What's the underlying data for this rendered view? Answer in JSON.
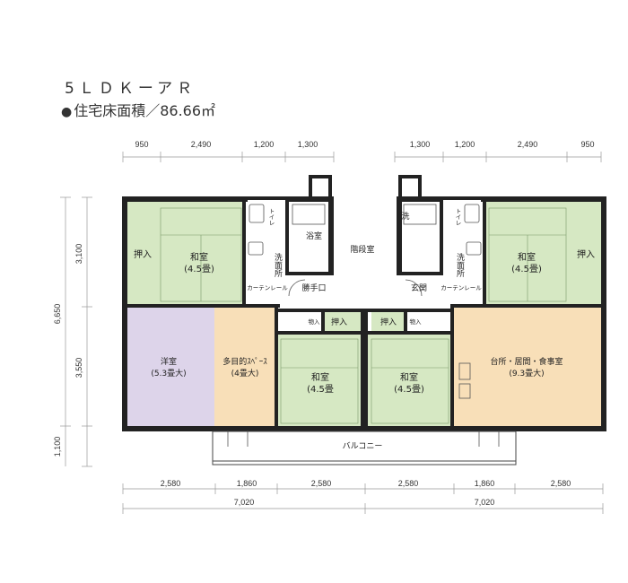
{
  "plan": {
    "type": "5ＬＤＫーアＲ",
    "area_label": "住宅床面積／86.66㎡",
    "bullet": "●"
  },
  "dims": {
    "top_left": [
      "950",
      "2,490",
      "1,200",
      "1,300"
    ],
    "top_right": [
      "1,300",
      "1,200",
      "2,490",
      "950"
    ],
    "left_total": "6,650",
    "left_parts": [
      "3,100",
      "3,550",
      "1,100"
    ],
    "bottom_left": [
      "2,580",
      "1,860",
      "2,580"
    ],
    "bottom_right": [
      "2,580",
      "1,860",
      "2,580"
    ],
    "bottom_totals": [
      "7,020",
      "7,020"
    ]
  },
  "rooms": {
    "oshiire": "押入",
    "washitsu": "和室",
    "size_45_paren": "(4.5畳)",
    "size_45": "4.5畳",
    "size_45_left": "(4.5畳",
    "yoshitsu": "洋室",
    "yoshitsu_size": "(5.3畳大)",
    "tamokuteki": "多目的ｽﾍﾟｰｽ",
    "tamokuteki_size": "(4畳大)",
    "daidokoro": "台所・居間・食事室",
    "daidokoro_size": "(9.3畳大)",
    "toilet": "トイレ",
    "bath": "浴室",
    "senmen": "洗面所",
    "curtain": "カーテンレール",
    "stairs": "階段室",
    "katteguchi": "勝手口",
    "genkan": "玄関",
    "monoire": "物入",
    "balcony": "バルコニー",
    "sen": "洗"
  },
  "colors": {
    "washitsu": "#d6e8c3",
    "yoshitsu": "#ddd4ea",
    "tamokuteki": "#f8dfb8",
    "daidokoro": "#f8dfb8",
    "wall": "#222222"
  }
}
